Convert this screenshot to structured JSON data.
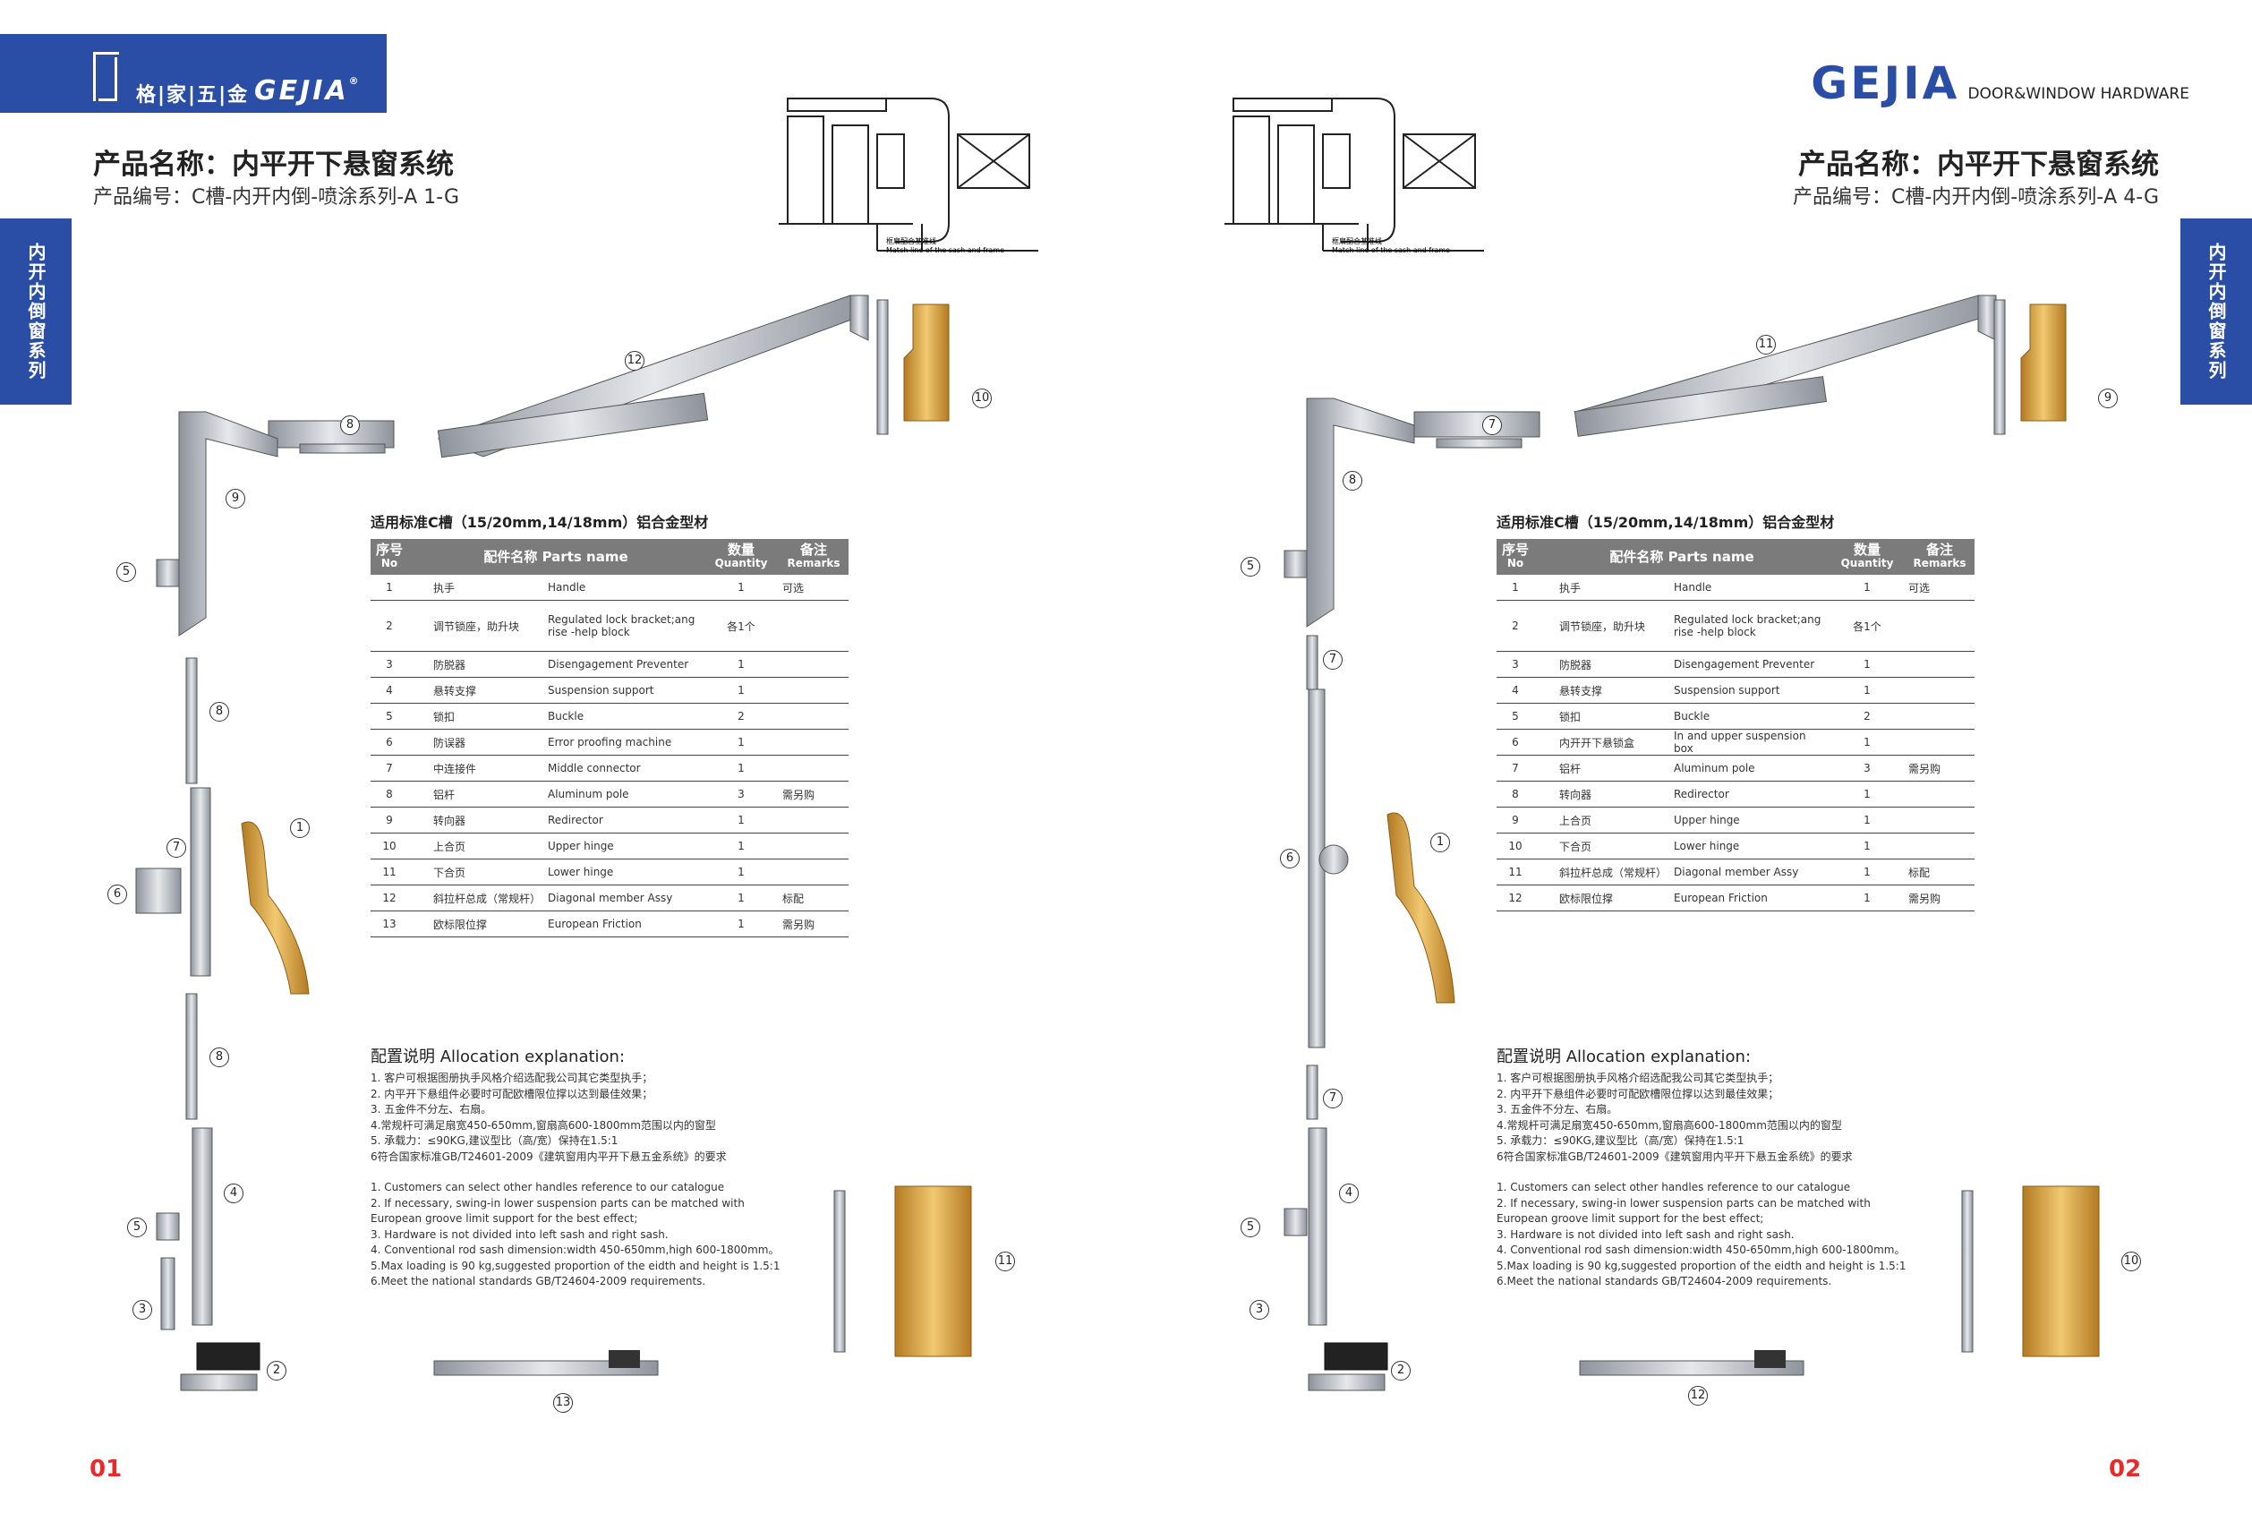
{
  "colors": {
    "brand": "#2a4ea5",
    "page_number": "#e52b2b",
    "table_header": "#7b7b7b",
    "gold": "#d9a441",
    "silver": "#b8bcc4"
  },
  "logo": {
    "cn": "格|家|五|金",
    "en": "GEJIA",
    "reg": "®"
  },
  "brand": {
    "name": "GEJIA",
    "subtitle": "DOOR&WINDOW HARDWARE"
  },
  "side_tab": "内开内倒窗系列",
  "drawing_labels": {
    "cn": "框扇配合基准线",
    "en": "Match line of the sash and frame"
  },
  "left": {
    "title": "产品名称：内平开下悬窗系统",
    "code": "产品编号：C槽-内开内倒-喷涂系列-A 1-G",
    "page": "01",
    "std": "适用标准C槽（15/20mm,14/18mm）铝合金型材",
    "headers": {
      "no": "序号",
      "no_en": "No",
      "name": "配件名称  Parts name",
      "qty": "数量",
      "qty_en": "Quantity",
      "rm": "备注",
      "rm_en": "Remarks"
    },
    "rows": [
      {
        "no": "1",
        "cn": "执手",
        "en": "Handle",
        "qty": "1",
        "rm": "可选"
      },
      {
        "no": "2",
        "cn": "调节锁座，助升块",
        "en": "Regulated lock bracket;ang rise -help block",
        "qty": "各1个",
        "rm": ""
      },
      {
        "no": "3",
        "cn": "防脱器",
        "en": "Disengagement Preventer",
        "qty": "1",
        "rm": ""
      },
      {
        "no": "4",
        "cn": "悬转支撑",
        "en": "Suspension support",
        "qty": "1",
        "rm": ""
      },
      {
        "no": "5",
        "cn": "锁扣",
        "en": "Buckle",
        "qty": "2",
        "rm": ""
      },
      {
        "no": "6",
        "cn": "防误器",
        "en": "Error proofing machine",
        "qty": "1",
        "rm": ""
      },
      {
        "no": "7",
        "cn": "中连接件",
        "en": "Middle connector",
        "qty": "1",
        "rm": ""
      },
      {
        "no": "8",
        "cn": "铝杆",
        "en": "Aluminum pole",
        "qty": "3",
        "rm": "需另购"
      },
      {
        "no": "9",
        "cn": "转向器",
        "en": "Redirector",
        "qty": "1",
        "rm": ""
      },
      {
        "no": "10",
        "cn": "上合页",
        "en": "Upper hinge",
        "qty": "1",
        "rm": ""
      },
      {
        "no": "11",
        "cn": "下合页",
        "en": "Lower hinge",
        "qty": "1",
        "rm": ""
      },
      {
        "no": "12",
        "cn": "斜拉杆总成（常规杆）",
        "en": "Diagonal member Assy",
        "qty": "1",
        "rm": "标配"
      },
      {
        "no": "13",
        "cn": "欧标限位撑",
        "en": "European Friction",
        "qty": "1",
        "rm": "需另购"
      }
    ],
    "callouts": [
      "1",
      "2",
      "3",
      "4",
      "5",
      "5",
      "6",
      "7",
      "8",
      "8",
      "8",
      "9",
      "10",
      "11",
      "12",
      "13"
    ]
  },
  "right": {
    "title": "产品名称：内平开下悬窗系统",
    "code": "产品编号：C槽-内开内倒-喷涂系列-A 4-G",
    "page": "02",
    "std": "适用标准C槽（15/20mm,14/18mm）铝合金型材",
    "headers": {
      "no": "序号",
      "no_en": "No",
      "name": "配件名称  Parts name",
      "qty": "数量",
      "qty_en": "Quantity",
      "rm": "备注",
      "rm_en": "Remarks"
    },
    "rows": [
      {
        "no": "1",
        "cn": "执手",
        "en": "Handle",
        "qty": "1",
        "rm": "可选"
      },
      {
        "no": "2",
        "cn": "调节锁座，助升块",
        "en": "Regulated lock bracket;ang rise -help block",
        "qty": "各1个",
        "rm": ""
      },
      {
        "no": "3",
        "cn": "防脱器",
        "en": "Disengagement Preventer",
        "qty": "1",
        "rm": ""
      },
      {
        "no": "4",
        "cn": "悬转支撑",
        "en": "Suspension support",
        "qty": "1",
        "rm": ""
      },
      {
        "no": "5",
        "cn": "锁扣",
        "en": "Buckle",
        "qty": "2",
        "rm": ""
      },
      {
        "no": "6",
        "cn": "内开开下悬锁盒",
        "en": "In and upper suspension box",
        "qty": "1",
        "rm": ""
      },
      {
        "no": "7",
        "cn": "铝杆",
        "en": "Aluminum pole",
        "qty": "3",
        "rm": "需另购"
      },
      {
        "no": "8",
        "cn": "转向器",
        "en": "Redirector",
        "qty": "1",
        "rm": ""
      },
      {
        "no": "9",
        "cn": "上合页",
        "en": "Upper hinge",
        "qty": "1",
        "rm": ""
      },
      {
        "no": "10",
        "cn": "下合页",
        "en": "Lower hinge",
        "qty": "1",
        "rm": ""
      },
      {
        "no": "11",
        "cn": "斜拉杆总成（常规杆）",
        "en": "Diagonal member Assy",
        "qty": "1",
        "rm": "标配"
      },
      {
        "no": "12",
        "cn": "欧标限位撑",
        "en": "European Friction",
        "qty": "1",
        "rm": "需另购"
      }
    ],
    "callouts": [
      "1",
      "2",
      "3",
      "4",
      "5",
      "5",
      "6",
      "7",
      "7",
      "7",
      "8",
      "9",
      "10",
      "11",
      "12"
    ]
  },
  "alloc": {
    "title": "配置说明 Allocation explanation:",
    "cn": [
      "1. 客户可根据图册执手风格介绍选配我公司其它类型执手；",
      "2. 内平开下悬组件必要时可配欧槽限位撑以达到最佳效果；",
      "3. 五金件不分左、右扇。",
      "4.常规杆可满足扇宽450-650mm,窗扇高600-1800mm范围以内的窗型",
      "5. 承载力：≤90KG,建议型比（高/宽）保持在1.5:1",
      "6符合国家标准GB/T24601-2009《建筑窗用内平开下悬五金系统》的要求"
    ],
    "en": [
      "1. Customers can select other handles reference to our catalogue",
      "2. If necessary, swing-in lower suspension parts can be matched with",
      "    European groove limit support for the best effect;",
      "3. Hardware is not divided into left sash and right sash.",
      "4. Conventional rod sash dimension:width 450-650mm,high 600-1800mm。",
      "5.Max loading is 90 kg,suggested proportion of the eidth and height is 1.5:1",
      "6.Meet the national standards GB/T24604-2009 requirements."
    ]
  }
}
